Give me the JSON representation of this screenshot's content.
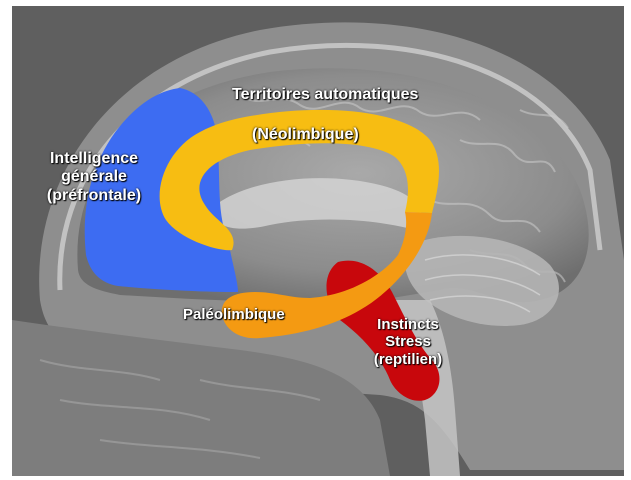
{
  "labels": {
    "territoires": "Territoires automatiques",
    "neolimbique": "(Néolimbique)",
    "intelligence_line1": "Intelligence",
    "intelligence_line2": "générale",
    "intelligence_line3": "(préfrontale)",
    "paleolimbique": "Paléolimbique",
    "instincts_line1": "Instincts",
    "instincts_line2": "Stress",
    "instincts_line3": "(reptilien)"
  },
  "regions": {
    "prefrontal": {
      "color": "#3d6cf2"
    },
    "neolimbic": {
      "color": "#f7bd12"
    },
    "paleolimbic": {
      "color": "#f49a12"
    },
    "reptilian": {
      "color": "#c8070c"
    }
  },
  "colors": {
    "mri_background": "#5f5f5f",
    "mri_tissue": "#8a8a8a",
    "mri_bright": "#cfcfcf"
  }
}
